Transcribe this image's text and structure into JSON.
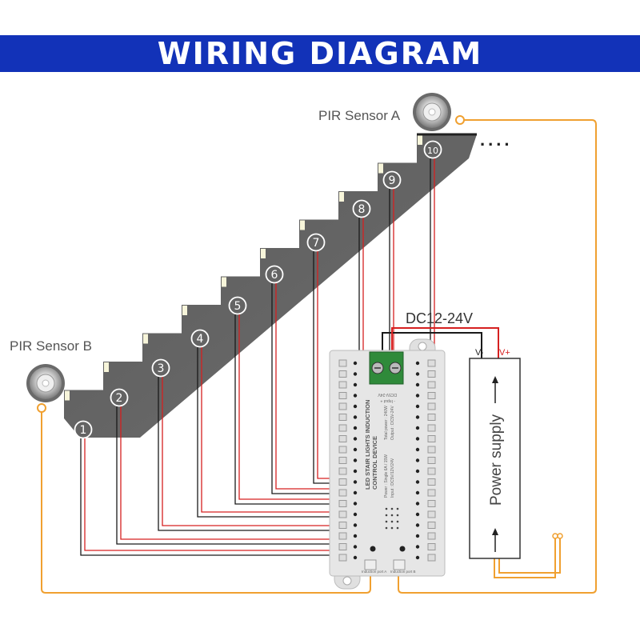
{
  "title": "WIRING DIAGRAM",
  "sensor_a_label": "PIR Sensor A",
  "sensor_b_label": "PIR Sensor B",
  "voltage_label": "DC12-24V",
  "power_supply_label": "Power supply",
  "vminus_label": "V-",
  "vplus_label": "V+",
  "continuation": "....",
  "steps": [
    "1",
    "2",
    "3",
    "4",
    "5",
    "6",
    "7",
    "8",
    "9",
    "10"
  ],
  "device": {
    "name_line1": "LED STAIR LIGHTS INDUCTION",
    "name_line2": "CONTROL DEVICE",
    "spec_power": "Power : Single 6A / 15W",
    "spec_total": "Total power : 240W",
    "spec_input": "Input : DC5V/12V/24V",
    "spec_output": "Output : DC5V-24V",
    "input_label": "DC5V-24V",
    "input_polarity": "- Input +",
    "port_a_label": "Induction port A",
    "port_b_label": "Induction port B"
  },
  "colors": {
    "banner": "#1232b8",
    "stair": "#606060",
    "led": "#fffde0",
    "wire_red": "#d62020",
    "wire_black": "#1a1a1a",
    "wire_orange": "#f0a030",
    "device": "#e6e6e6"
  }
}
